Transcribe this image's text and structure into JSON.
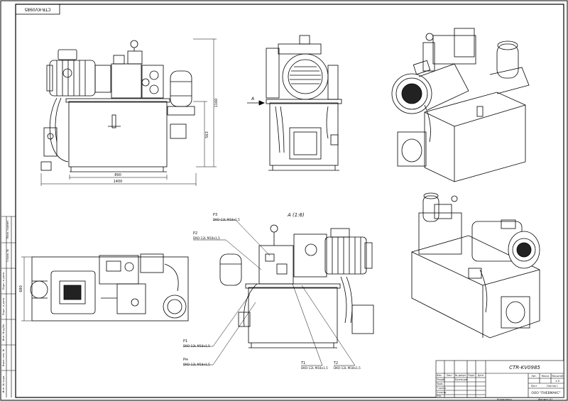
{
  "drawing_number": "CTR-KV0985",
  "drawing_number_rotated": "CTR-KV0985",
  "company": "ООО \"ПНЕВМАКС\"",
  "title_block": {
    "col_headers": [
      "Лит.",
      "Масса",
      "Масштаб"
    ],
    "scale": "1:5",
    "role_labels": [
      "Изм.",
      "Разраб.",
      "Пров.",
      "Т.контр.",
      "Н.контр.",
      "Утв."
    ],
    "header_cells": [
      "Лист",
      "№ докум.",
      "Подп.",
      "Дата"
    ],
    "developer": "Кузнецов",
    "sheet_label": "Лист",
    "sheets_label": "Листов 1",
    "bottom_left": "Копировал",
    "bottom_right": "Формат А1"
  },
  "side_strip_labels": [
    "Перв. примен.",
    "Справ. №",
    "Подп. и дата",
    "Инв. № дубл.",
    "Взам. инв. №",
    "Подп. и дата",
    "Инв. № подл."
  ],
  "section_view_label": "А (1:6)",
  "view_arrow_label": "A",
  "dimensions": {
    "width_outer": "1400",
    "width_inner": "890",
    "height_total": "1160",
    "height_tank": "563",
    "depth_plan": "680"
  },
  "ports": [
    {
      "name": "P3",
      "spec": "DKO-12L M18x1,5"
    },
    {
      "name": "P2",
      "spec": "DKO-12L M18x1,5"
    },
    {
      "name": "P1",
      "spec": "DKO-12L M18x1,5"
    },
    {
      "name": "Pм",
      "spec": "DKO-12L M18x1,5"
    },
    {
      "name": "T1",
      "spec": "DKO-12L M18x1,5"
    },
    {
      "name": "T2",
      "spec": "DKO-12L M18x1,5"
    }
  ]
}
